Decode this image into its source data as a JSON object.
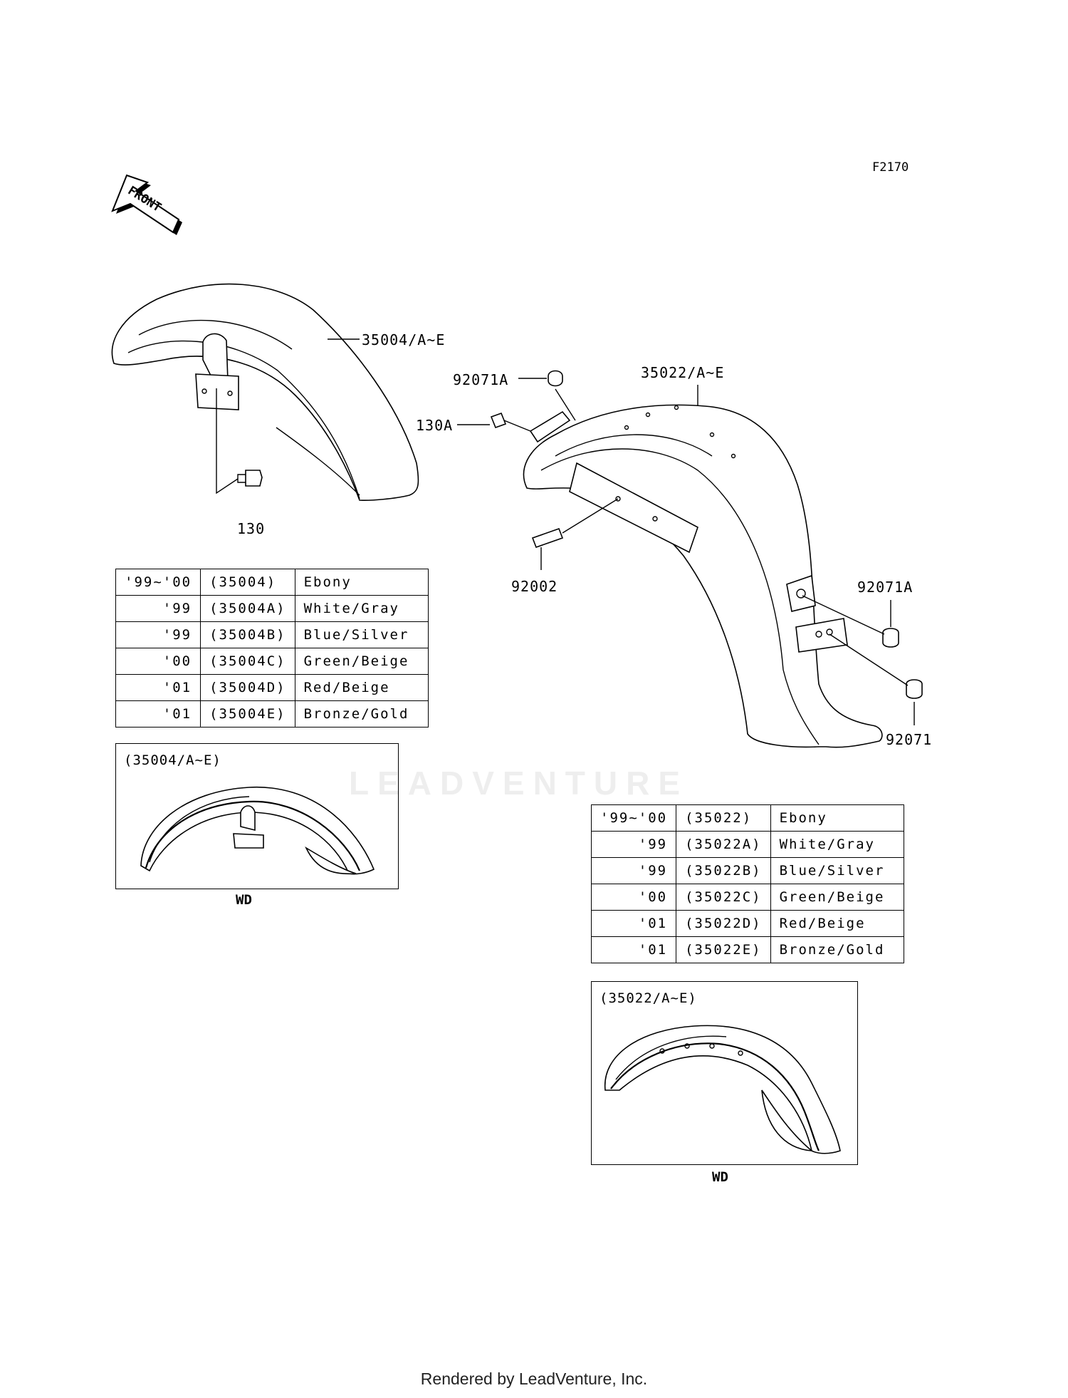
{
  "figure_code": "F2170",
  "front_label": "FRONT",
  "callouts": {
    "front_fender": "35004/A~E",
    "rear_fender": "35022/A~E",
    "bolt_front": "130",
    "bolt_rear": "130A",
    "nut_top": "92071A",
    "nut_right": "92071A",
    "nut_bottom": "92071",
    "stud": "92002"
  },
  "table_front": {
    "rows": [
      {
        "year": "'99~'00",
        "part": "(35004)",
        "color": "Ebony"
      },
      {
        "year": "'99",
        "part": "(35004A)",
        "color": "White/Gray"
      },
      {
        "year": "'99",
        "part": "(35004B)",
        "color": "Blue/Silver"
      },
      {
        "year": "'00",
        "part": "(35004C)",
        "color": "Green/Beige"
      },
      {
        "year": "'01",
        "part": "(35004D)",
        "color": "Red/Beige"
      },
      {
        "year": "'01",
        "part": "(35004E)",
        "color": "Bronze/Gold"
      }
    ]
  },
  "table_rear": {
    "rows": [
      {
        "year": "'99~'00",
        "part": "(35022)",
        "color": "Ebony"
      },
      {
        "year": "'99",
        "part": "(35022A)",
        "color": "White/Gray"
      },
      {
        "year": "'99",
        "part": "(35022B)",
        "color": "Blue/Silver"
      },
      {
        "year": "'00",
        "part": "(35022C)",
        "color": "Green/Beige"
      },
      {
        "year": "'01",
        "part": "(35022D)",
        "color": "Red/Beige"
      },
      {
        "year": "'01",
        "part": "(35022E)",
        "color": "Bronze/Gold"
      }
    ]
  },
  "detail_front": {
    "title": "(35004/A~E)",
    "caption": "WD"
  },
  "detail_rear": {
    "title": "(35022/A~E)",
    "caption": "WD"
  },
  "watermark": "LEADVENTURE",
  "footer": "Rendered by LeadVenture, Inc."
}
